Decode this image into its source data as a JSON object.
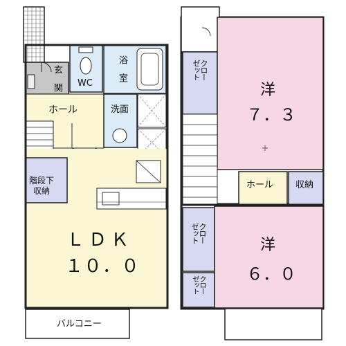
{
  "colors": {
    "wall": "#222222",
    "ldk": "#fbf6d3",
    "hall": "#fbf6d3",
    "wet": "#dcebf8",
    "closet": "#d7d9f2",
    "genkan": "#c7c7c7",
    "western": "#f7d7e3",
    "balcony": "#ffffff"
  },
  "rooms": {
    "genkan": "玄\n関",
    "wc": "WC",
    "bath": "浴\n室",
    "hall_1f": "ホール",
    "washroom": "洗面",
    "stair_storage": "階段下\n収納",
    "ldk_name": "ＬＤＫ",
    "ldk_size": "１０．０",
    "balcony": "バルコニー",
    "closet_a": "クロー\nゼット",
    "western_1_name": "洋",
    "western_1_size": "７．３",
    "hall_2f": "ホール",
    "storage_2f": "収納",
    "closet_b": "クロー\nゼット",
    "western_2_name": "洋",
    "western_2_size": "６．０",
    "closet_c": "クロー\nゼット"
  }
}
